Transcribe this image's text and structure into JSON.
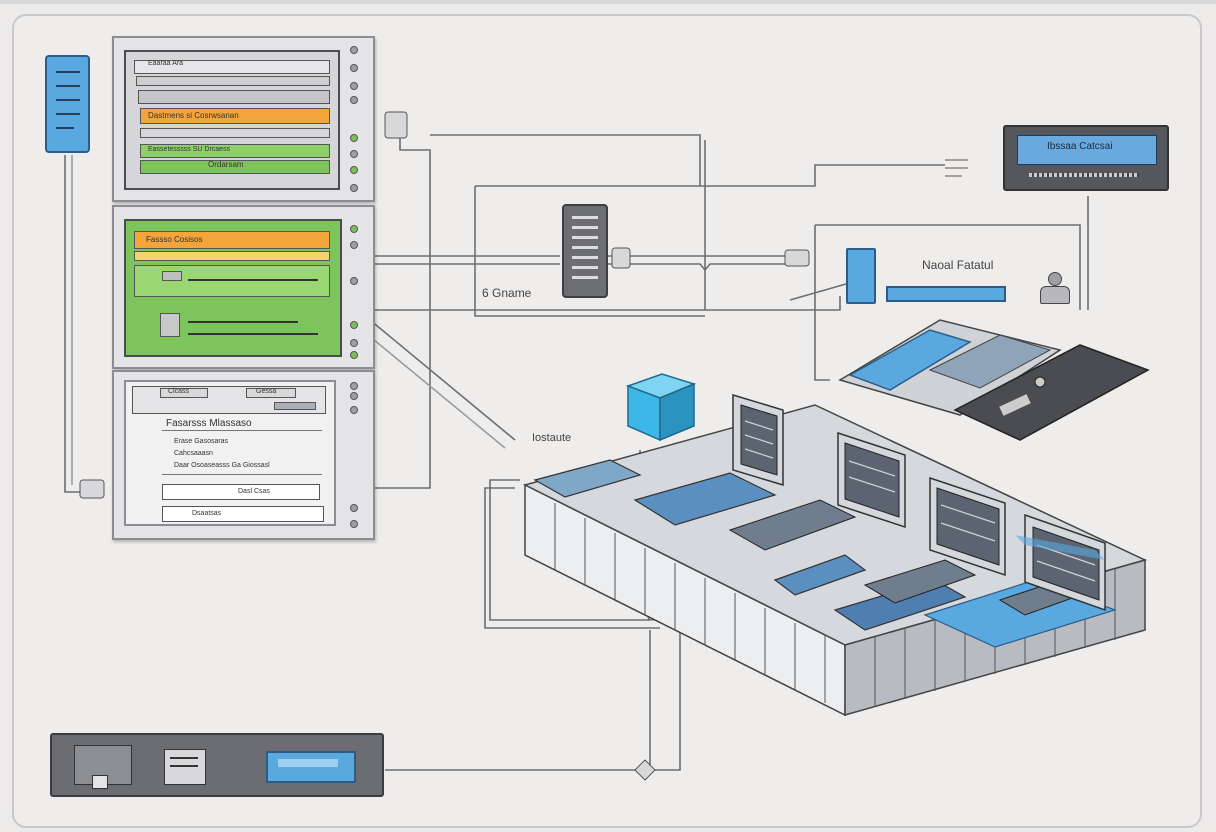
{
  "panel_top": {
    "line1": "Eaaraa Ara",
    "line2": "Dastmens si Cosrwsanan",
    "line3": "Eassetesssss SU Drcaess",
    "line4": "Ordarsam"
  },
  "panel_mid": {
    "header": "Fassso Cosisos"
  },
  "panel_bottom": {
    "tab1": "Clcass",
    "tab2": "Gessa",
    "title": "Fasarsss Mlassaso",
    "line1": "Erase Gasosaras",
    "line2": "Cahcsaaasn",
    "line3": "Daar Osoaseasss Ga Giossasl",
    "field1": "Dasl Csas",
    "field2": "Dsaatsas"
  },
  "monitor": {
    "title": "Ibssaa Catcsai"
  },
  "labels": {
    "center": "6 Gname",
    "right": "Naoal Fatatul",
    "cloud": "Iostaute"
  },
  "colors": {
    "accent_blue": "#5aa8e0",
    "accent_green": "#7ec45c",
    "accent_orange": "#f4a53a",
    "cube": "#3cb7e8"
  }
}
